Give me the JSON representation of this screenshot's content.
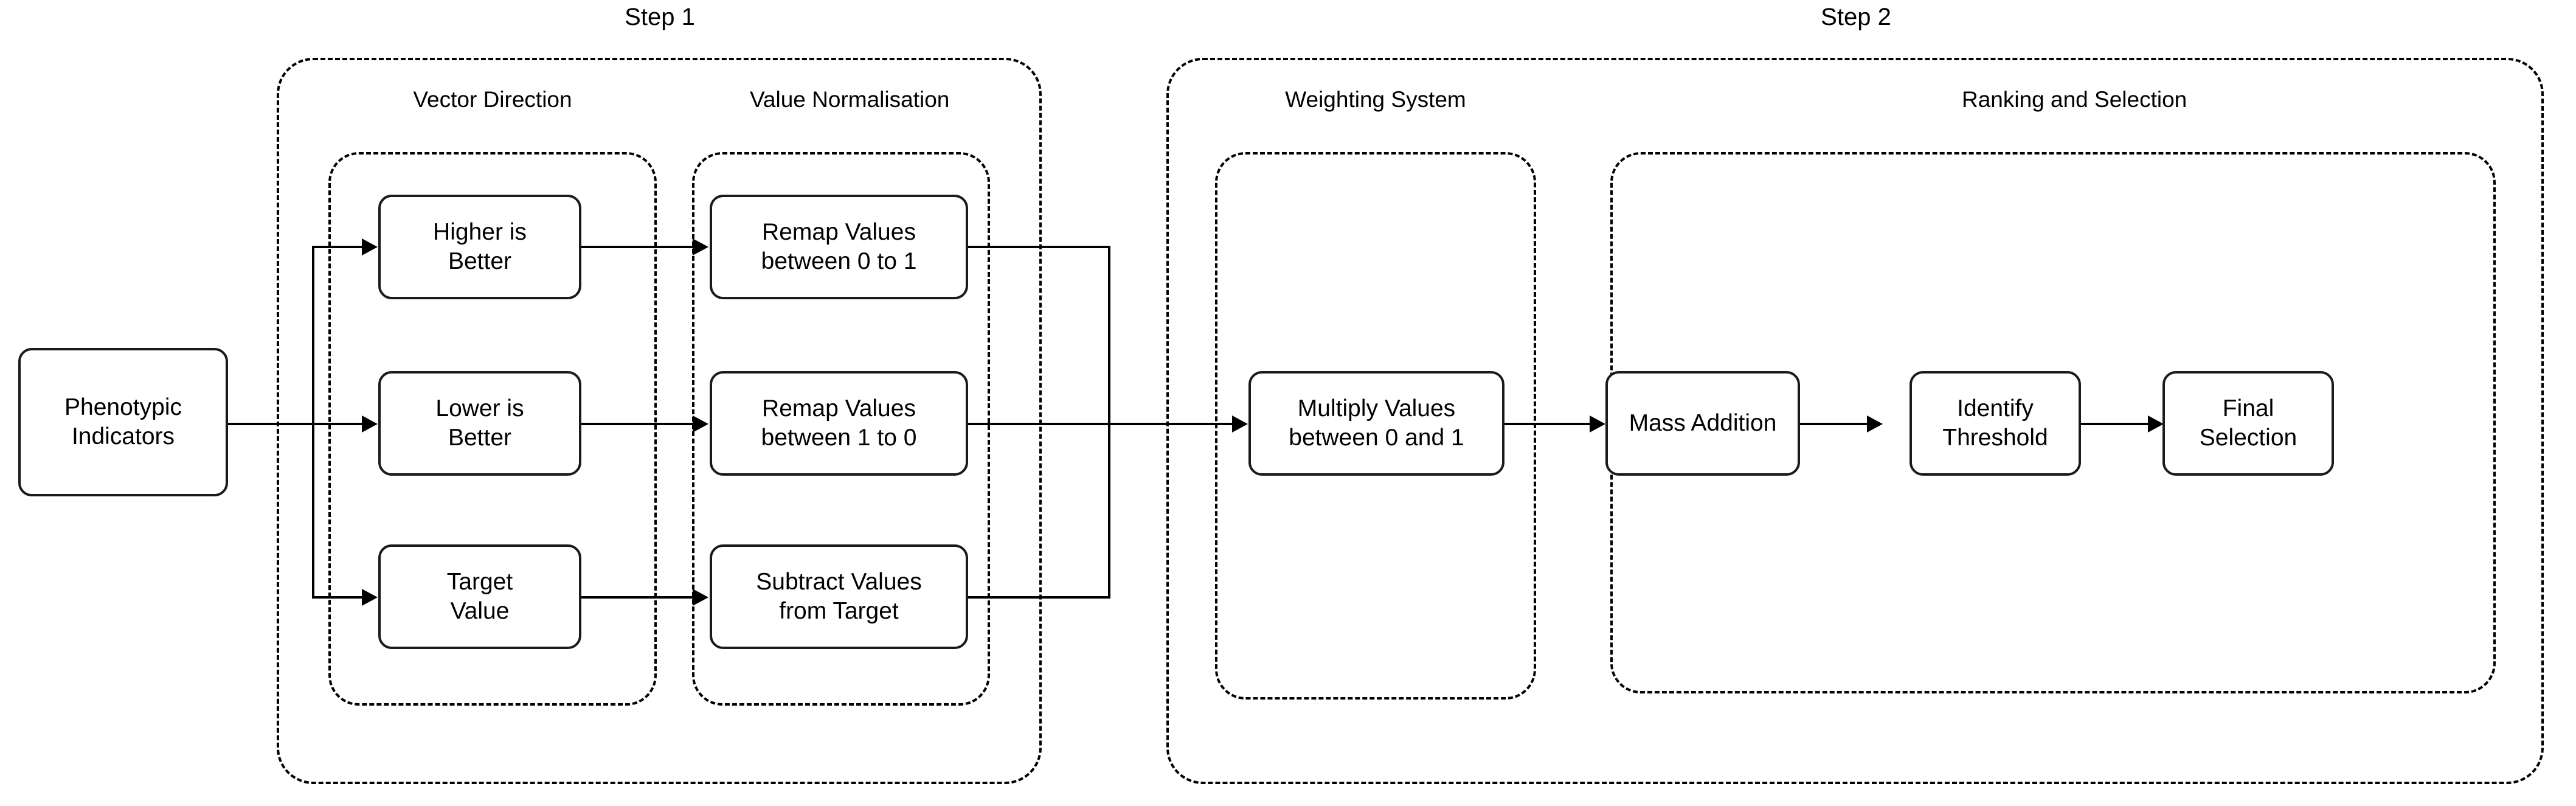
{
  "diagram": {
    "title_hidden": "",
    "steps": [
      {
        "id": "step1",
        "label": "Step 1"
      },
      {
        "id": "step2",
        "label": "Step 2"
      }
    ],
    "subgroups": [
      {
        "id": "vector-direction",
        "label": "Vector Direction"
      },
      {
        "id": "value-normalisation",
        "label": "Value Normalisation"
      },
      {
        "id": "weighting-system",
        "label": "Weighting System"
      },
      {
        "id": "ranking-selection",
        "label": "Ranking and Selection"
      }
    ],
    "nodes": {
      "input": {
        "label": "Phenotypic\nIndicators"
      },
      "higher": {
        "label": "Higher is\nBetter"
      },
      "lower": {
        "label": "Lower is\nBetter"
      },
      "target": {
        "label": "Target\nValue"
      },
      "remap01": {
        "label": "Remap Values\nbetween 0 to 1"
      },
      "remap10": {
        "label": "Remap Values\nbetween 1 to 0"
      },
      "subtract": {
        "label": "Subtract Values\nfrom Target"
      },
      "multiply": {
        "label": "Multiply Values\nbetween 0 and 1"
      },
      "massaddition": {
        "label": "Mass Addition"
      },
      "threshold": {
        "label": "Identify\nThreshold"
      },
      "finalsel": {
        "label": "Final\nSelection"
      }
    },
    "colors": {
      "stroke": "#000000",
      "box_border": "#1a1a1a",
      "background": "#ffffff"
    }
  }
}
